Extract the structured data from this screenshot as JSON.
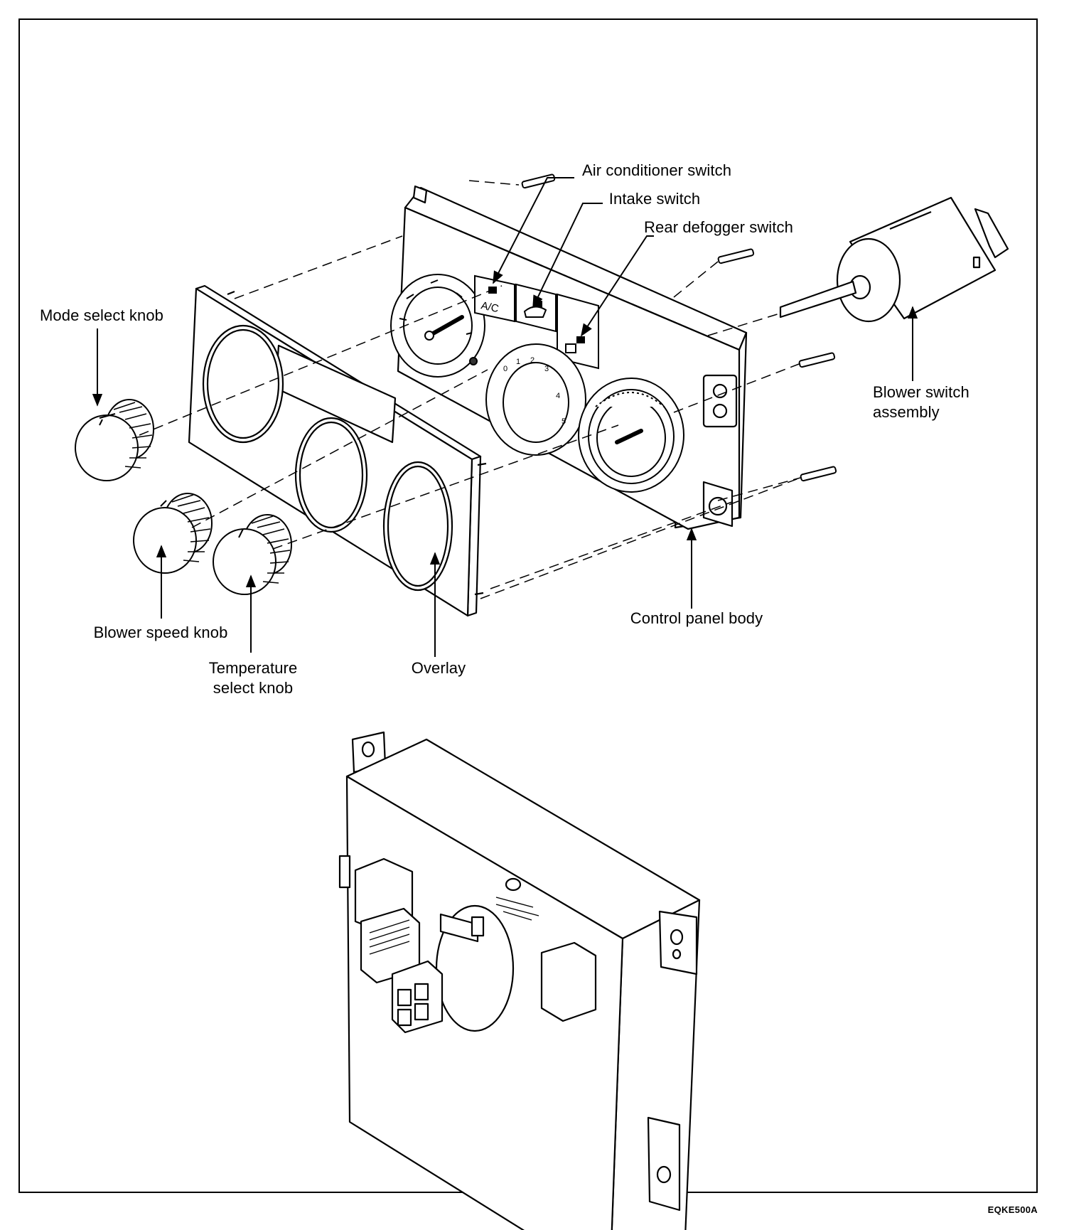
{
  "labels": {
    "air_conditioner_switch": "Air conditioner switch",
    "intake_switch": "Intake switch",
    "rear_defogger_switch": "Rear defogger switch",
    "mode_select_knob": "Mode select knob",
    "blower_switch_assembly": [
      "Blower switch",
      "assembly"
    ],
    "blower_speed_knob": "Blower speed knob",
    "temperature_select_knob": [
      "Temperature",
      "select knob"
    ],
    "overlay": "Overlay",
    "control_panel_body": "Control panel body"
  },
  "panel_markings": {
    "ac_button": "A/C",
    "blower_scale": [
      "0",
      "1",
      "2",
      "3",
      "4",
      "5"
    ]
  },
  "figure_code": "EQKE500A"
}
